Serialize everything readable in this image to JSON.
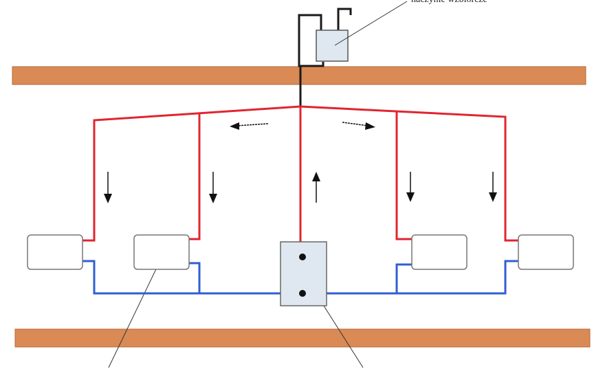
{
  "diagram": {
    "callout_expansion_vessel": "naczynie wzbiorcze",
    "colors": {
      "supply_pipe": "#e02530",
      "return_pipe": "#2f5fd0",
      "riser_pipe": "#1a1a1a",
      "ceiling_beam": "#d98a55",
      "radiator_fill": "#ffffff",
      "boiler_fill": "#dfe8f1",
      "vessel_fill": "#dfe8f1"
    },
    "flow_arrows": [
      "left",
      "right",
      "up",
      "down",
      "down",
      "down",
      "down"
    ]
  }
}
